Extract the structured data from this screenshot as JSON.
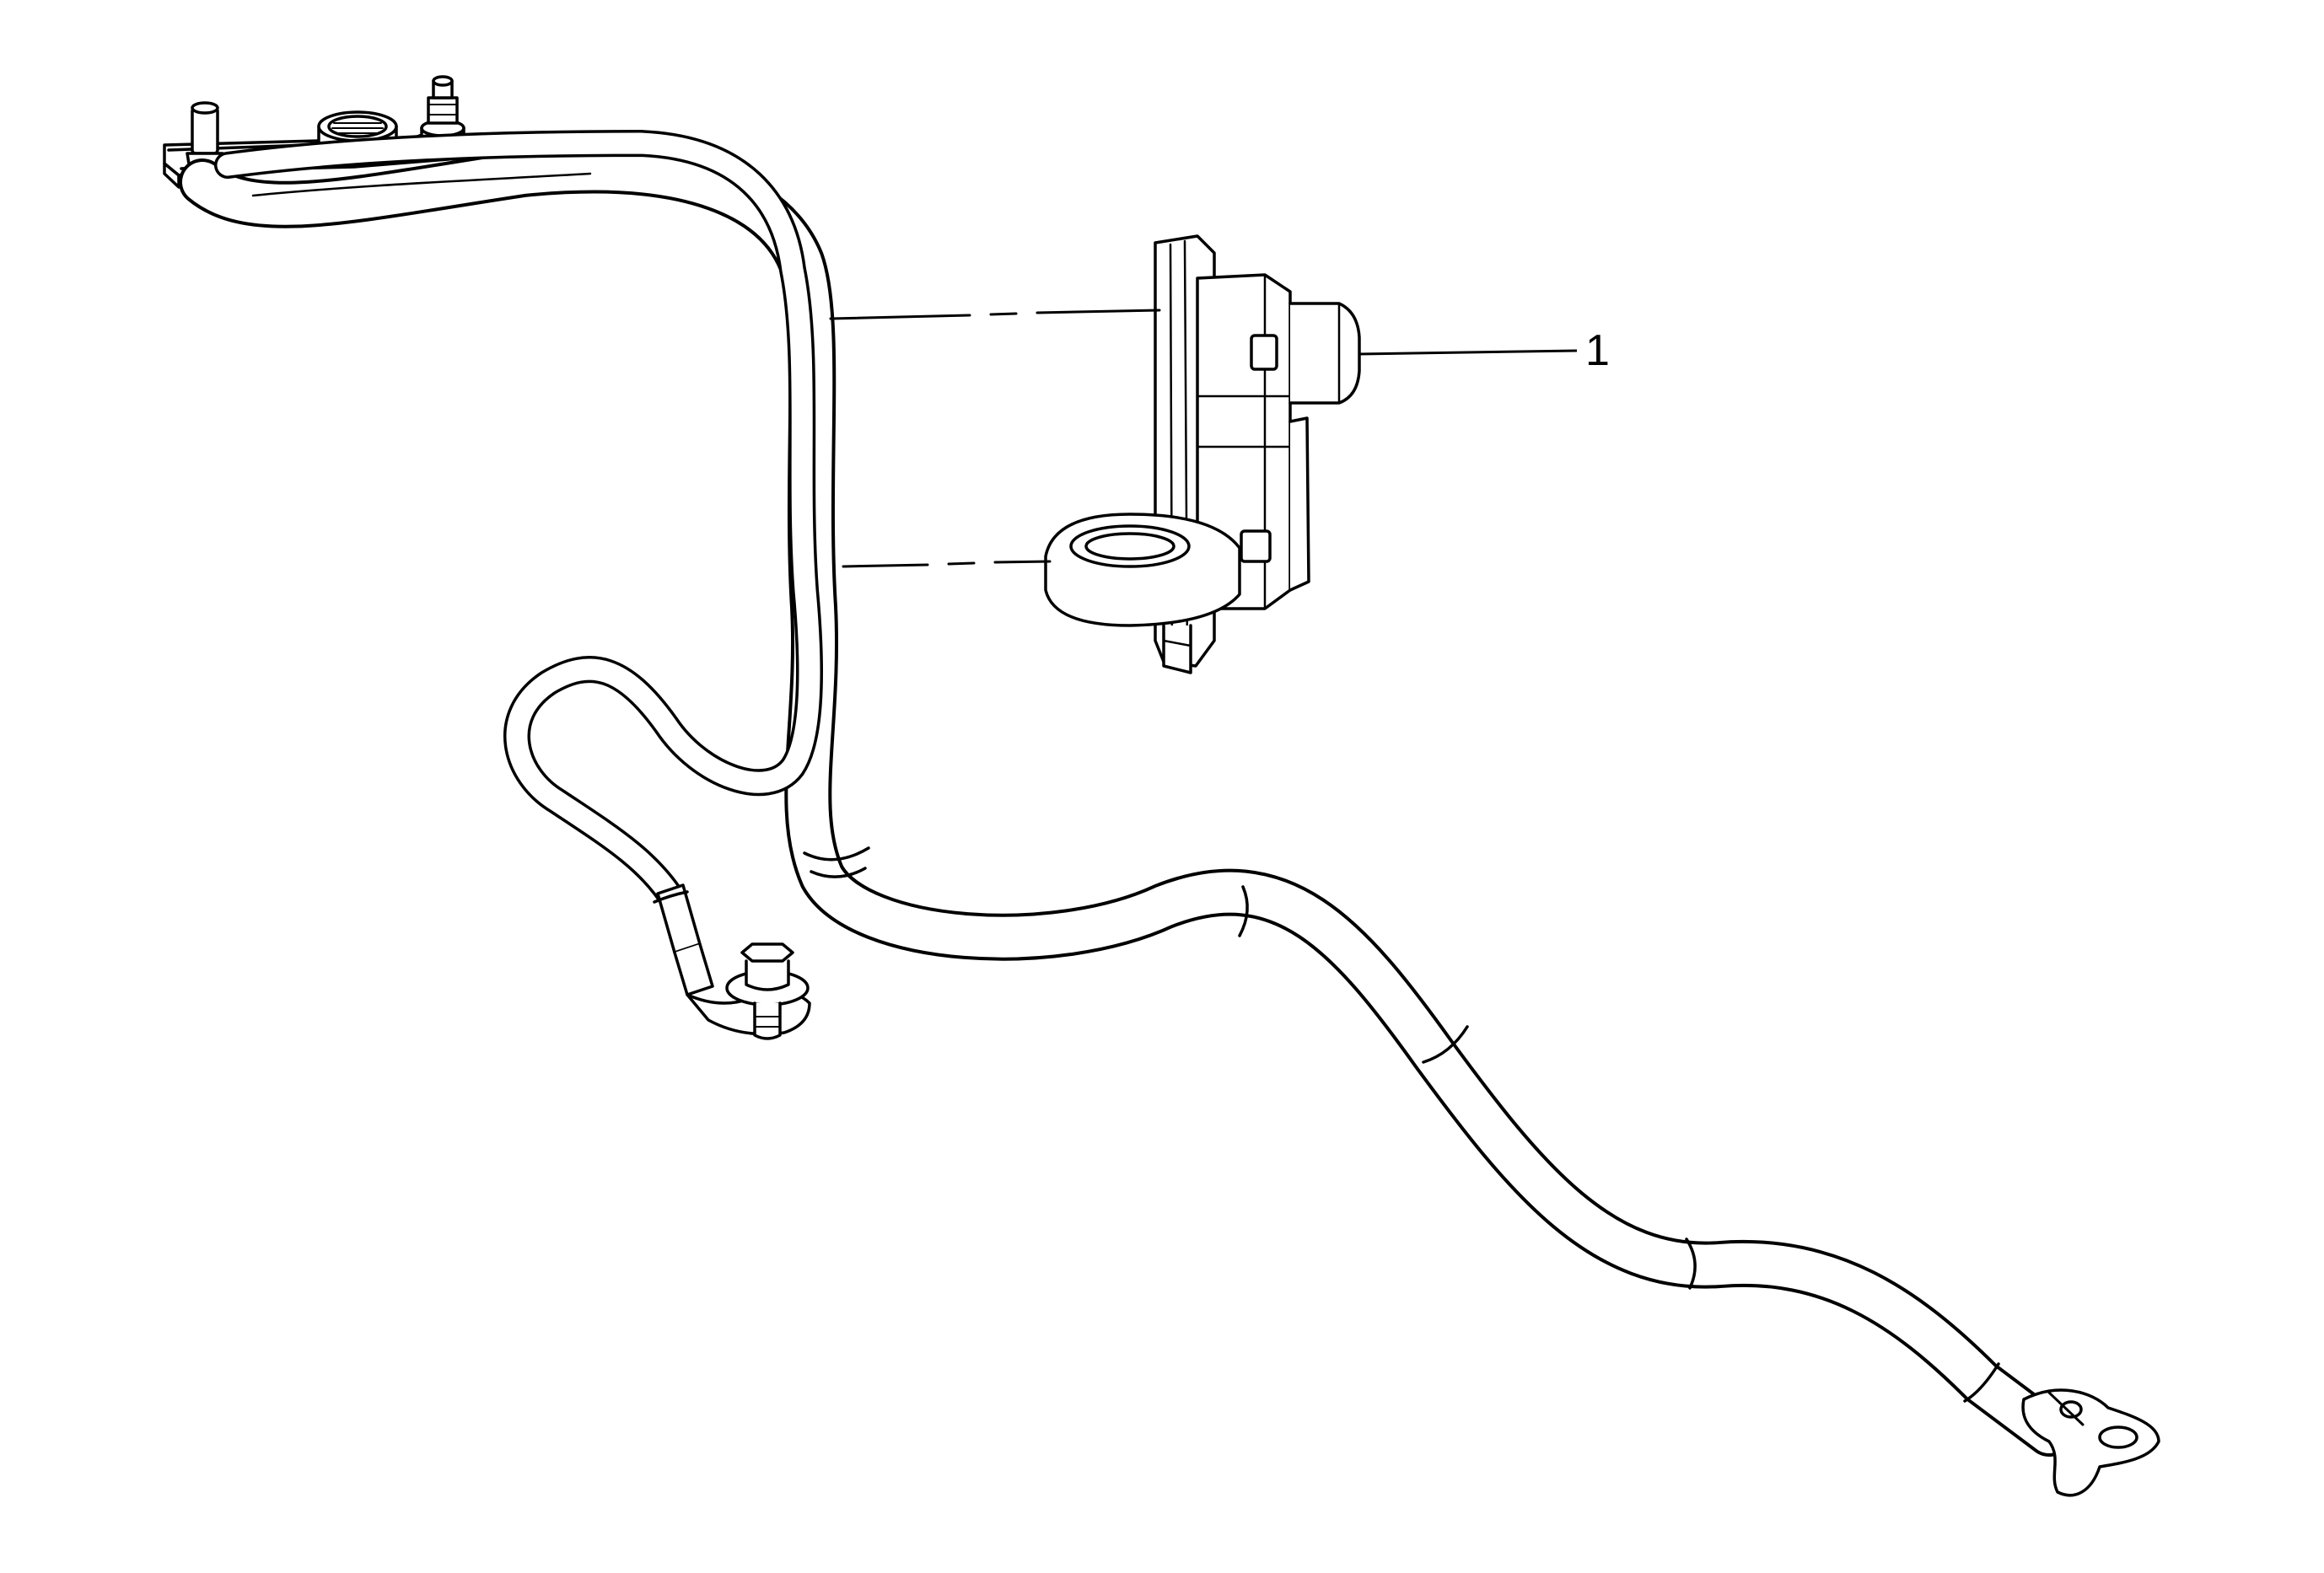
{
  "figure": {
    "type": "technical-line-drawing",
    "subject": "battery-cable-harness-with-current-sensor",
    "line_color": "#000000",
    "background_color": "#ffffff"
  },
  "callouts": [
    {
      "id": "1",
      "label": "1",
      "target": "current-sensor"
    }
  ]
}
